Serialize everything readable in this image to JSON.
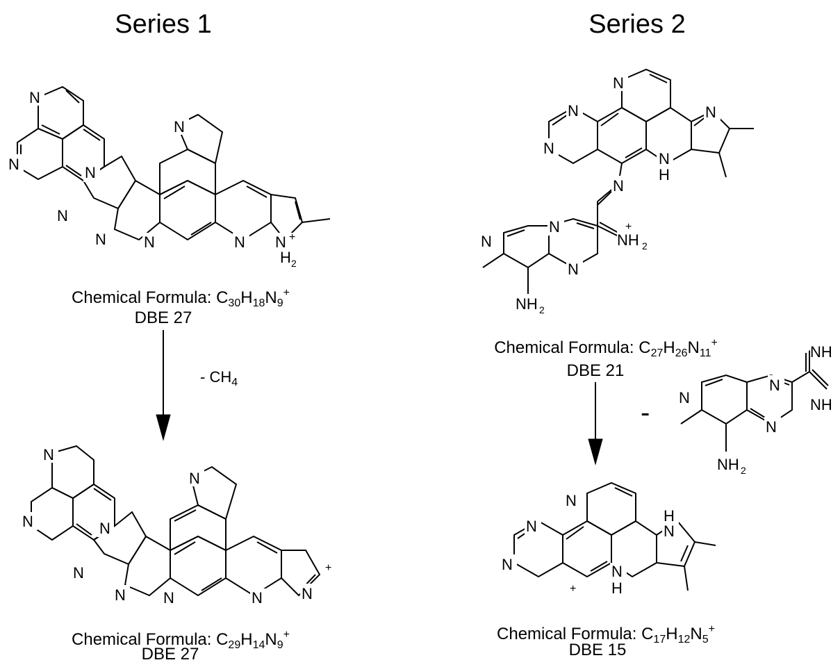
{
  "series1": {
    "title": "Series 1",
    "precursor": {
      "formula_prefix": "Chemical Formula: C",
      "c": "30",
      "h_label": "H",
      "h": "18",
      "n_label": "N",
      "n": "9",
      "charge": "+",
      "dbe": "DBE 27"
    },
    "loss": {
      "prefix": "- CH",
      "sub": "4"
    },
    "product": {
      "formula_prefix": "Chemical Formula: C",
      "c": "29",
      "h_label": "H",
      "h": "14",
      "n_label": "N",
      "n": "9",
      "charge": "+",
      "dbe": "DBE 27"
    }
  },
  "series2": {
    "title": "Series 2",
    "precursor": {
      "formula_prefix": "Chemical Formula: C",
      "c": "27",
      "h_label": "H",
      "h": "26",
      "n_label": "N",
      "n": "11",
      "charge": "+",
      "dbe": "DBE 21"
    },
    "loss": {
      "sign": "-"
    },
    "product": {
      "formula_prefix": "Chemical Formula: C",
      "c": "17",
      "h_label": "H",
      "h": "12",
      "n_label": "N",
      "n": "5",
      "charge": "+",
      "dbe": "DBE 15"
    }
  },
  "atom_labels": {
    "N": "N",
    "NH": "NH",
    "H": "H",
    "NH2": "NH",
    "two": "2",
    "plus": "+"
  }
}
